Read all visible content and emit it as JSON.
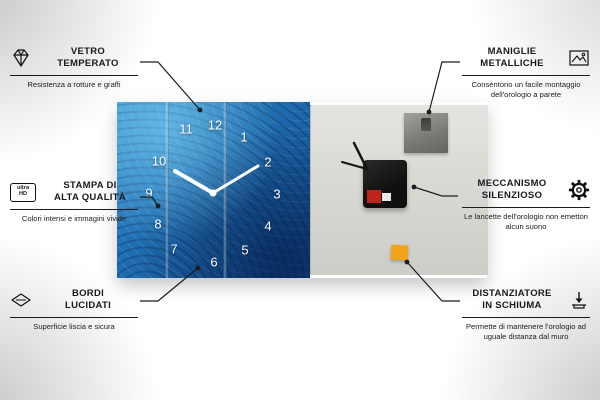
{
  "clock": {
    "numbers": [
      "1",
      "2",
      "3",
      "4",
      "5",
      "6",
      "7",
      "8",
      "9",
      "10",
      "11",
      "12"
    ]
  },
  "callouts": {
    "tempered_glass": {
      "title1": "VETRO",
      "title2": "TEMPERATO",
      "subtitle": "Resistenza a rotture e graffi"
    },
    "print_quality": {
      "title1": "STAMPA DI",
      "title2": "ALTA QUALITÀ",
      "subtitle": "Colori intensi e immagini vivide",
      "icon_line1": "ultra",
      "icon_line2": "HD"
    },
    "polished_edges": {
      "title1": "BORDI",
      "title2": "LUCIDATI",
      "subtitle": "Superficie liscia e sicura"
    },
    "metal_handles": {
      "title1": "MANIGLIE",
      "title2": "METALLICHE",
      "subtitle": "Consentono un facile montaggio dell'orologio a parete"
    },
    "silent_mechanism": {
      "title1": "MECCANISMO",
      "title2": "SILENZIOSO",
      "subtitle": "Le lancette dell'orologio non emetton alcun suono"
    },
    "foam_spacer": {
      "title1": "DISTANZIATORE",
      "title2": "IN SCHIUMA",
      "subtitle": "Permette di mantenere l'orologio ad uguale distanza dal muro"
    }
  },
  "colors": {
    "foam_orange": "#f2a219",
    "front_blue": "#1e6cb0",
    "line_black": "#1c1c1c"
  }
}
